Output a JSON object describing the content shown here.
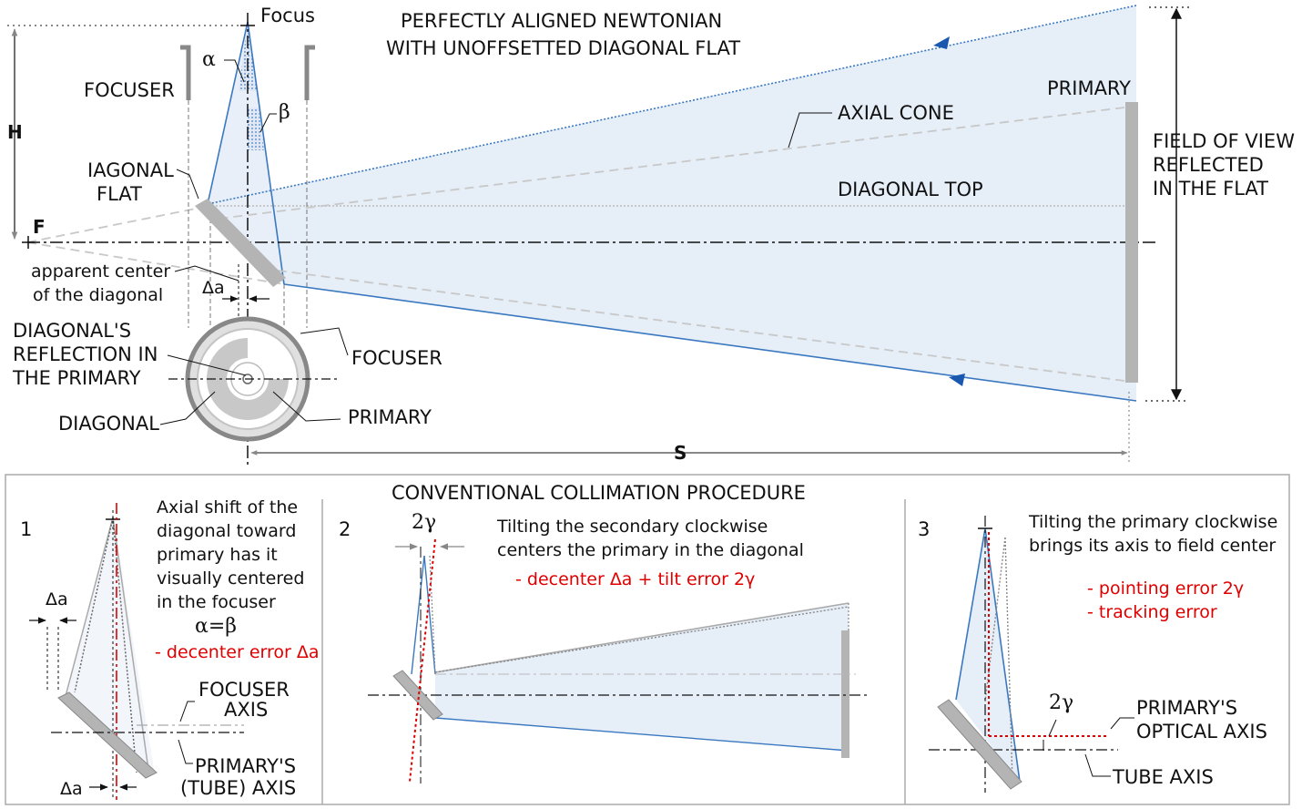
{
  "main": {
    "title_line1": "PERFECTLY ALIGNED NEWTONIAN",
    "title_line2": "WITH UNOFFSETTED DIAGONAL FLAT",
    "labels": {
      "focus": "Focus",
      "alpha": "α",
      "beta": "β",
      "focuser_top": "FOCUSER",
      "h": "H",
      "diag_flat_1": "IAGONAL",
      "diag_flat_2": "FLAT",
      "f": "F",
      "apparent_1": "apparent center",
      "apparent_2": "of the diagonal",
      "delta_a": "Δa",
      "refl_1": "DIAGONAL'S",
      "refl_2": "REFLECTION IN",
      "refl_3": "THE PRIMARY",
      "diagonal": "DIAGONAL",
      "focuser_eyepiece": "FOCUSER",
      "primary_eyepiece": "PRIMARY",
      "axial_cone": "AXIAL CONE",
      "primary": "PRIMARY",
      "diagonal_top": "DIAGONAL TOP",
      "fov_1": "FIELD OF VIEW",
      "fov_2": "REFLECTED",
      "fov_3": "IN THE FLAT",
      "s": "S"
    }
  },
  "procedure": {
    "title": "CONVENTIONAL COLLIMATION PROCEDURE",
    "step1": {
      "num": "1",
      "text1": "Axial shift of the",
      "text2": "diagonal toward",
      "text3": "primary has it",
      "text4": "visually centered",
      "text5": "in the focuser",
      "eq": "α=β",
      "error": "- decenter error Δa",
      "delta_top": "Δa",
      "delta_bottom": "Δa",
      "focuser_axis_1": "FOCUSER",
      "focuser_axis_2": "AXIS",
      "primary_axis_1": "PRIMARY'S",
      "primary_axis_2": "(TUBE) AXIS"
    },
    "step2": {
      "num": "2",
      "gamma": "2γ",
      "text1": "Tilting the secondary clockwise",
      "text2": "centers the primary in the diagonal",
      "error": "- decenter Δa + tilt error 2γ"
    },
    "step3": {
      "num": "3",
      "text1": "Tilting the primary clockwise",
      "text2": "brings its axis to field center",
      "error1": "- pointing error  2γ",
      "error2": "- tracking error",
      "gamma": "2γ",
      "optical_axis_1": "PRIMARY'S",
      "optical_axis_2": "OPTICAL AXIS",
      "tube_axis": "TUBE AXIS"
    }
  },
  "colors": {
    "cone_fill": "#e6eef8",
    "ray_blue": "#3a78c0",
    "mirror_gray": "#b4b4b4",
    "error_red": "#e00000"
  }
}
